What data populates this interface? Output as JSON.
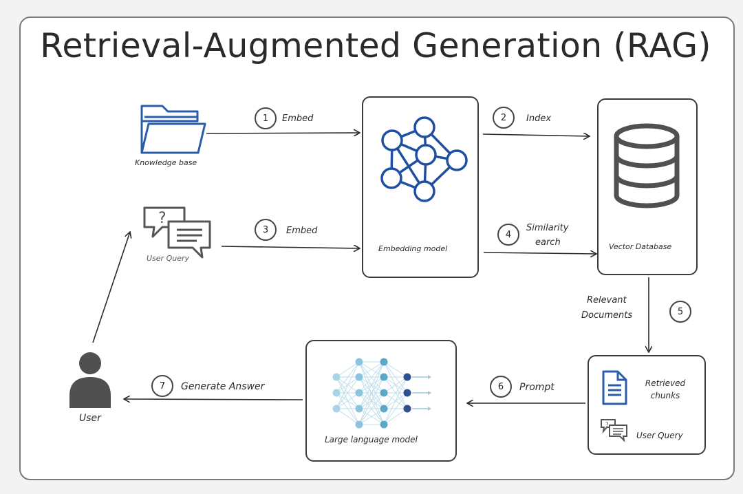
{
  "title": "Retrieval-Augmented Generation (RAG)",
  "nodes": {
    "knowledge_base": "Knowledge base",
    "user_query": "User Query",
    "embedding_model": "Embedding model",
    "vector_database": "Vector Database",
    "retrieved_chunks": "Retrieved chunks",
    "retrieved_user_query": "User Query",
    "llm": "Large language model",
    "user": "User"
  },
  "steps": [
    {
      "num": "1",
      "label": "Embed"
    },
    {
      "num": "2",
      "label": "Index"
    },
    {
      "num": "3",
      "label": "Embed"
    },
    {
      "num": "4",
      "label_line1": "Similarity",
      "label_line2": "earch"
    },
    {
      "num": "5",
      "label_line1": "Relevant",
      "label_line2": "Documents"
    },
    {
      "num": "6",
      "label": "Prompt"
    },
    {
      "num": "7",
      "label": "Generate Answer"
    }
  ],
  "colors": {
    "ink": "#2a2a2a",
    "nn_blue": "#1f4fa3",
    "doc_blue": "#2a5caa",
    "db_gray": "#505050",
    "llm_light": "#9ec9e0",
    "llm_mid": "#5ba8c9",
    "llm_dark": "#2f4f8f"
  },
  "icons": [
    "folder-icon",
    "chat-bubbles-icon",
    "neural-network-icon",
    "database-icon",
    "document-icon",
    "person-icon",
    "llm-network-icon"
  ]
}
